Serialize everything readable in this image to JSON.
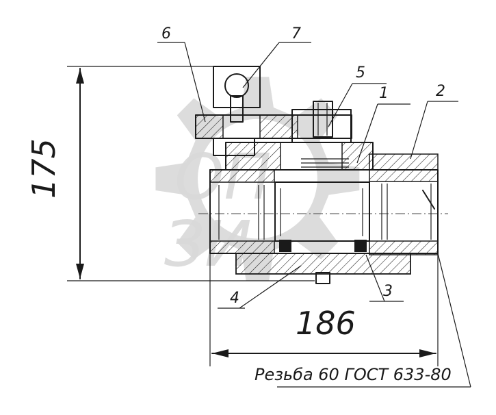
{
  "drawing": {
    "dimensions": {
      "height": "175",
      "length": "186"
    },
    "part_labels": [
      "1",
      "2",
      "3",
      "4",
      "5",
      "6",
      "7"
    ],
    "thread_note": "Резьба 60 ГОСТ 633-80",
    "watermark": {
      "text_top": "ОП",
      "text_bottom": "ЗИ"
    }
  }
}
